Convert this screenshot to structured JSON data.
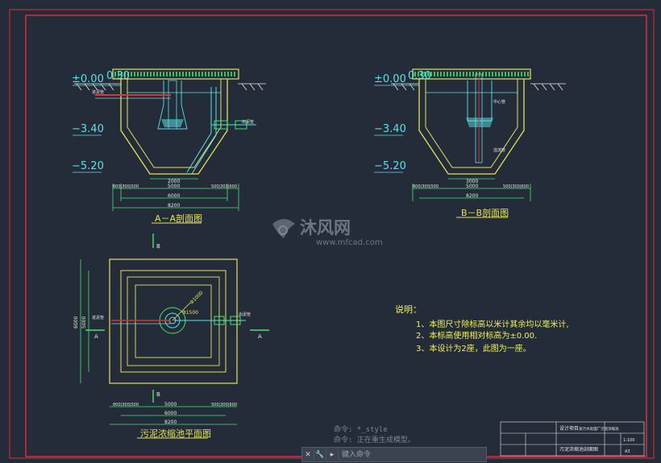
{
  "sections": {
    "aa_title": "A－A剖面图",
    "bb_title": "B－B剖面图",
    "plan_title": "污泥浓缩池平面图"
  },
  "elevations": {
    "ground": "±0.00",
    "ground_extra": "0.30",
    "mid": "−3.40",
    "bottom": "−5.20"
  },
  "dimensions": {
    "d2000": "2000",
    "d3000": "3000",
    "d5000": "5000",
    "d6000": "6000",
    "d8200": "8200",
    "left_chain": "800|300|500",
    "right_chain": "500|300|600"
  },
  "pipe_labels": {
    "inlet": "进泥管",
    "outlet": "出泥管",
    "center": "中心管",
    "overflow": "溢流管",
    "dn_a": "Φ1500",
    "dn_b": "Φ1000"
  },
  "markers": {
    "a": "A",
    "b": "B"
  },
  "notes": {
    "heading": "说明：",
    "items": [
      "1、本图尺寸除标高以米计其余均以毫米计,",
      "2、本标高使用相对标高为±0.00.",
      "3、本设计为2座，此图为一座。"
    ]
  },
  "watermark": {
    "brand": "沐风网",
    "url": "www.mfcad.com"
  },
  "title_block": {
    "project": "设计项目",
    "project_name": "某污水处理厂污泥浓缩池",
    "drawing_name": "污泥浓缩池剖面图",
    "scale": "1:100",
    "sheet": "A3"
  },
  "command": {
    "history_1": "命令: *_style",
    "history_2": "命令: 正在重生成模型。",
    "placeholder": "键入命令"
  },
  "colors": {
    "background": "#232c38",
    "frame": "#e0303a",
    "structure": "#e6e25a",
    "dimension": "#3ee86a",
    "water": "#5be2e8",
    "text_yellow": "#f0f060",
    "ground": "#e8e8e8"
  }
}
